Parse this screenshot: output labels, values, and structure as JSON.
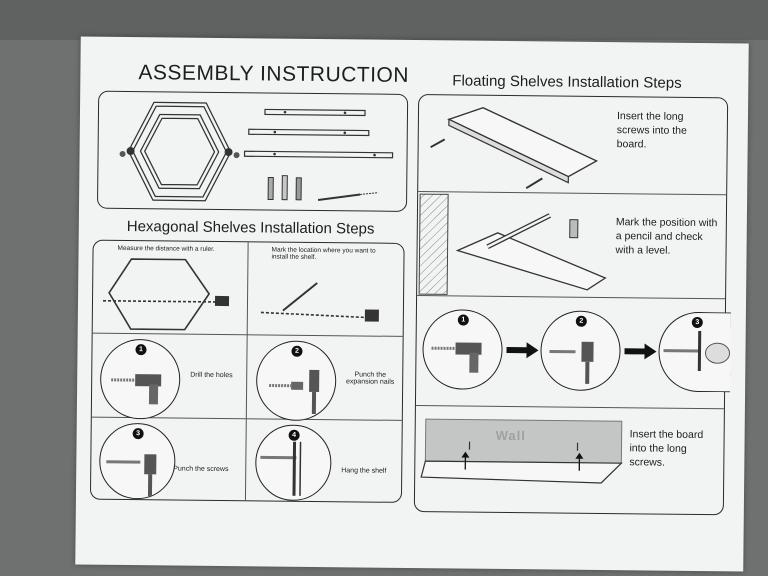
{
  "header": {
    "title": "ASSEMBLY INSTRUCTION"
  },
  "floating": {
    "title": "Floating Shelves Installation Steps",
    "step1": "Insert the long screws into the board.",
    "step2": "Mark the position with a pencil and check with a level.",
    "step4": "Insert the board into the long screws.",
    "wall_label": "Wall",
    "step3_numbers": [
      "1",
      "2",
      "3"
    ]
  },
  "hexagonal": {
    "title": "Hexagonal Shelves Installation Steps",
    "measure": "Measure the distance with a ruler.",
    "mark": "Mark the location where you want to install the shelf.",
    "drill": "Drill the holes",
    "punch_nails": "Punch the expansion nails",
    "punch_screws": "Punch the screws",
    "hang": "Hang the shelf",
    "numbers": [
      "1",
      "2",
      "3",
      "4"
    ]
  }
}
